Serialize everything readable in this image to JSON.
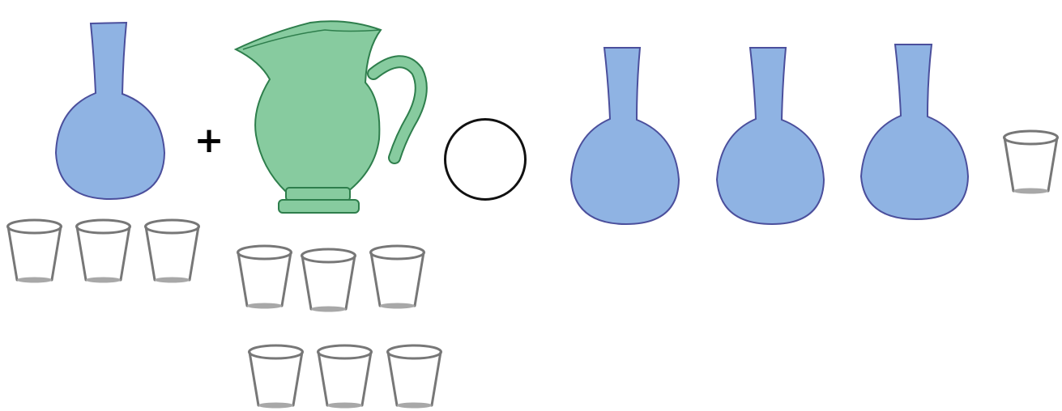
{
  "operator_symbol": "+",
  "colors": {
    "vase_fill": "#8fb3e3",
    "vase_outline": "#4b4f9c",
    "pitcher_fill": "#87cb9f",
    "pitcher_outline": "#2e7e4c",
    "cup_outline": "#777777",
    "cup_base": "#a8a8a8",
    "circle_outline": "#111111"
  },
  "icons": {
    "vase": "vase-icon",
    "pitcher": "pitcher-icon",
    "cup": "cup-icon",
    "comparison": "empty-circle"
  },
  "left_side": {
    "vase_cups": 3,
    "pitcher_cups": 6
  },
  "right_side": {
    "vases": 3,
    "extra_cups": 1
  }
}
